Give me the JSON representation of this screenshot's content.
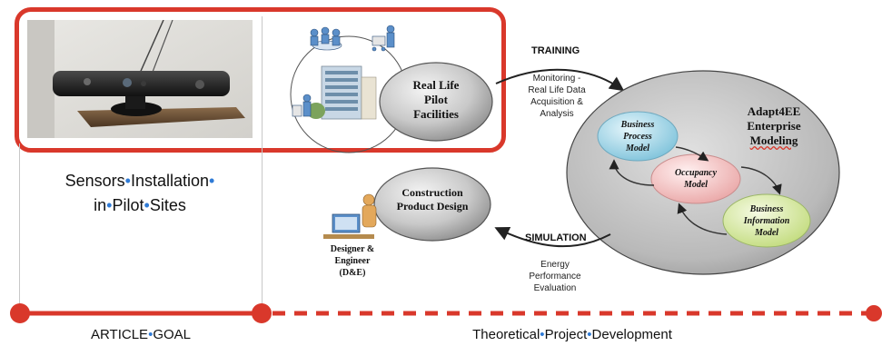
{
  "left": {
    "caption_line1": [
      "Sensors",
      "Installation",
      ""
    ],
    "caption_line2": [
      "in",
      "Pilot",
      "Sites"
    ],
    "axis_label": [
      "ARTICLE",
      "GOAL"
    ]
  },
  "right": {
    "axis_label": [
      "Theoretical",
      "Project",
      "Development"
    ]
  },
  "diagram": {
    "real_life": [
      "Real Life",
      "Pilot",
      "Facilities"
    ],
    "training_label": "TRAINING",
    "monitoring": [
      "Monitoring -",
      "Real Life Data",
      "Acquisition &",
      "Analysis"
    ],
    "enterprise_title": [
      "Adapt4EE",
      "Enterprise",
      "Modeling"
    ],
    "business_process": [
      "Business",
      "Process",
      "Model"
    ],
    "occupancy": [
      "Occupancy",
      "Model"
    ],
    "business_information": [
      "Business",
      "Information",
      "Model"
    ],
    "construction": [
      "Construction",
      "Product Design"
    ],
    "simulation_label": "SIMULATION",
    "energy": [
      "Energy",
      "Performance",
      "Evaluation"
    ],
    "designer": [
      "Designer &",
      "Engineer",
      "(D&E)"
    ]
  },
  "colors": {
    "highlight_red": "#d9382b",
    "timeline_red": "#d9382b",
    "dot_blue": "#2f7bd6",
    "bubble_blue": "#9fd3e6",
    "bubble_pink": "#f3c4c4",
    "bubble_green": "#d7e8a3"
  },
  "icons": [
    "sensor-device-photo",
    "people-meeting-icon",
    "person-cart-icon",
    "person-clipboard-icon",
    "office-building-icon",
    "designer-computer-icon"
  ]
}
